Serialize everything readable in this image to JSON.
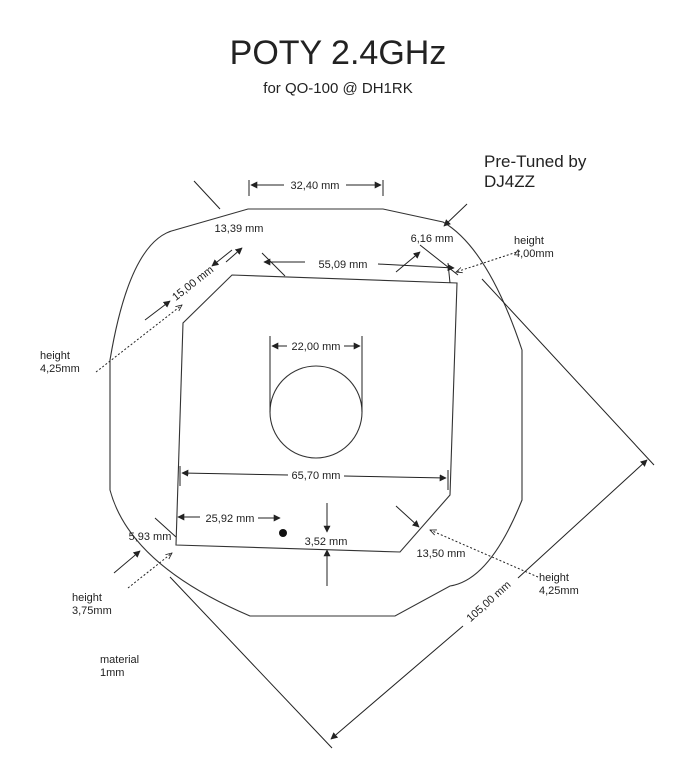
{
  "title": "POTY 2.4GHz",
  "subtitle": "for QO-100 @ DH1RK",
  "credit": {
    "line1": "Pre-Tuned by",
    "line2": "DJ4ZZ"
  },
  "dimensions": {
    "top_edge": "32,40 mm",
    "corner_tl": "13,39 mm",
    "corner_tr": "6,16 mm",
    "plate_top": "55,09 mm",
    "plate_left": "15,00 mm",
    "hole": "22,00 mm",
    "plate_width": "65,70 mm",
    "feed_x": "25,92 mm",
    "feed_y": "3,52 mm",
    "corner_bl": "5,93 mm",
    "corner_br": "13,50 mm",
    "reflector": "105,00 mm"
  },
  "notes": {
    "height_left": [
      "height",
      "4,25mm"
    ],
    "height_top_right": [
      "height",
      "4,00mm"
    ],
    "height_bottom_left": [
      "height",
      "3,75mm"
    ],
    "height_bottom_right": [
      "height",
      "4,25mm"
    ],
    "material": [
      "material",
      "1mm"
    ]
  }
}
